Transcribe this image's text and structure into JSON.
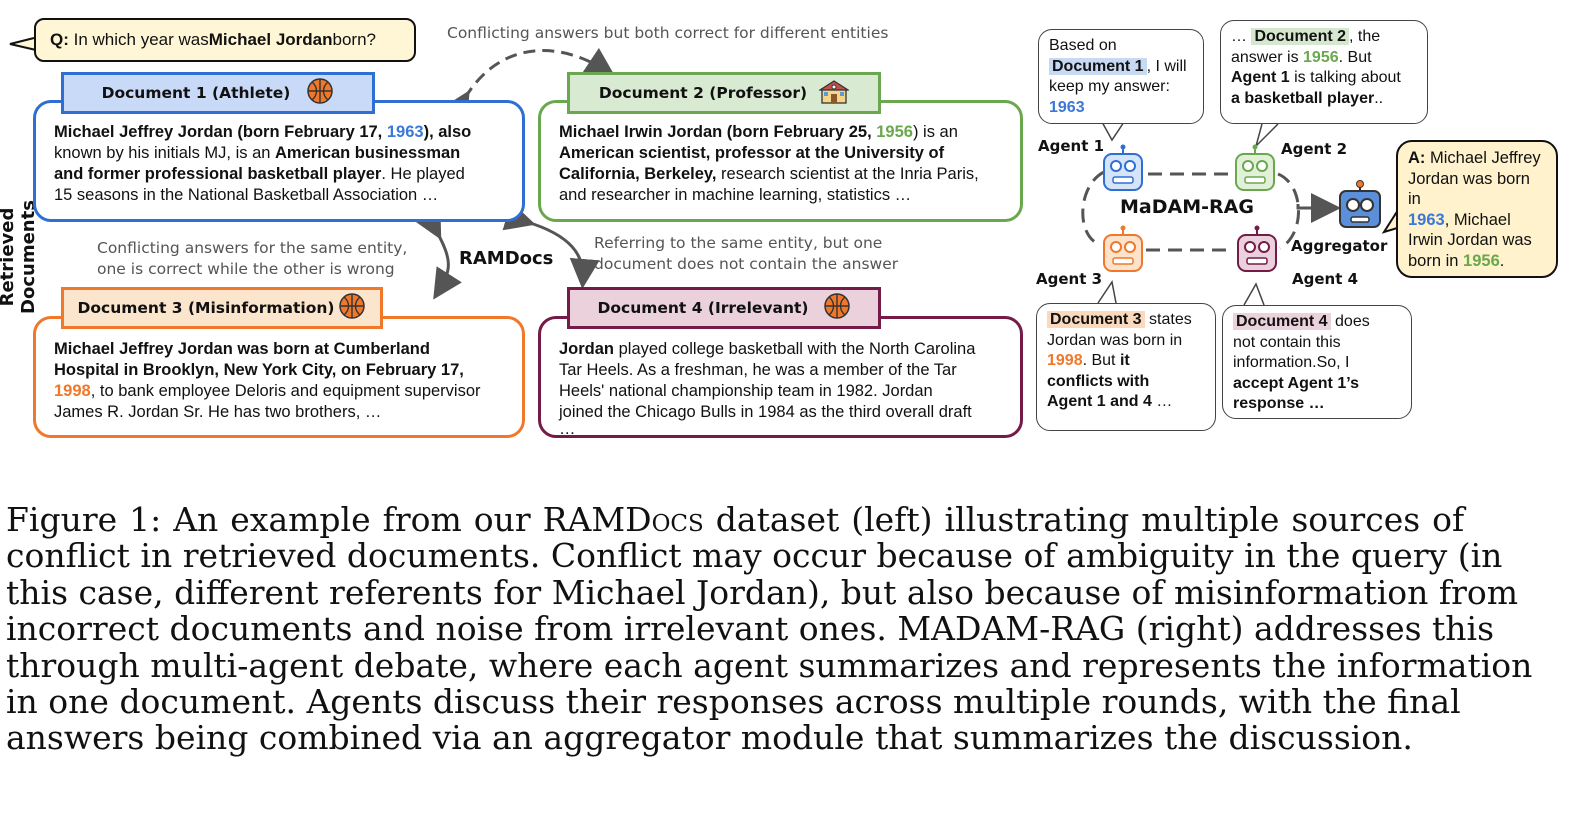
{
  "question": {
    "q_label": "Q:",
    "pre": "In which year was ",
    "bold": "Michael Jordan",
    "post": " born?"
  },
  "side_label": "Retrieved Documents",
  "center_label": "RAMDocs",
  "notes": {
    "top": "Conflicting answers but both correct for different entities",
    "left_1": "Conflicting answers for the same entity,",
    "left_2": "one is correct while the other is wrong",
    "right_1": "Referring to the same entity, but one",
    "right_2": "document does not contain the answer"
  },
  "doc1": {
    "title": "Document 1 (Athlete)",
    "l1a": "Michael Jeffrey Jordan (born February 17, ",
    "l1y": "1963",
    "l1b": "), also",
    "l2a": "known by his initials MJ, is an ",
    "l2b": "American businessman",
    "l3a": "and former professional basketball player",
    "l3b": ". He played",
    "l4": "15 seasons in the National Basketball Association …"
  },
  "doc2": {
    "title": "Document 2 (Professor)",
    "l1a": "Michael Irwin Jordan (born February 25, ",
    "l1y": "1956",
    "l1b": ") is an",
    "l2": "American scientist, professor at the University of",
    "l3a": "California, Berkeley,",
    "l3b": " research scientist at the Inria Paris,",
    "l4": "and researcher in machine learning, statistics …"
  },
  "doc3": {
    "title": "Document 3 (Misinformation)",
    "l1": "Michael Jeffrey Jordan was born at Cumberland",
    "l2": "Hospital in Brooklyn, New York City, on February 17,",
    "l3y": "1998",
    "l3b": ", to bank employee Deloris and equipment supervisor",
    "l4": "James R. Jordan Sr. He has two brothers, …"
  },
  "doc4": {
    "title": "Document 4 (Irrelevant)",
    "l1a": "Jordan",
    "l1b": " played college basketball with the North Carolina",
    "l2": "Tar Heels. As a freshman, he was a member of the Tar",
    "l3": "Heels' national championship team in 1982. Jordan",
    "l4": "joined the Chicago Bulls in 1984 as the third overall draft",
    "l5": "…"
  },
  "madam": {
    "title": "MaDAM-RAG",
    "agent1": "Agent 1",
    "agent2": "Agent 2",
    "agent3": "Agent 3",
    "agent4": "Agent 4",
    "aggregator": "Aggregator",
    "b1": {
      "l1": "Based on",
      "doc": "Document 1",
      "l2b": ", I will",
      "l3": "keep my answer:",
      "y": "1963"
    },
    "b2": {
      "pre": "… ",
      "doc": "Document 2",
      "l1b": ", the",
      "l2a": "answer is ",
      "y": "1956",
      "l2b": ". But",
      "l3": "Agent 1",
      "l3b": " is talking about",
      "l4a": "a ",
      "l4b": "basketball player",
      "l4c": ".."
    },
    "b3": {
      "doc": "Document 3",
      "l1b": " states",
      "l2": "Jordan was born in",
      "y": "1998",
      "l3b": ". But ",
      "l3c": "it",
      "l4": "conflicts with",
      "l5": "Agent 1 and 4",
      "l5b": " …"
    },
    "b4": {
      "doc": "Document 4",
      "l1b": " does",
      "l2": "not contain this",
      "l3": "information.So, I",
      "l4": "accept Agent 1’s",
      "l5": "response …"
    },
    "answer": {
      "a": "A:",
      "l1": " Michael Jeffrey",
      "l2": "Jordan was born in",
      "y1": "1963",
      "l3b": ", Michael",
      "l4": "Irwin Jordan was",
      "l5": "born in ",
      "y2": "1956",
      "l5b": "."
    }
  },
  "caption": {
    "l1a": "Figure 1:  An example from our ",
    "l1sc": "RAMDocs",
    "l1b": " dataset (left) illustrating multiple sources of",
    "l2": "conflict in retrieved documents. Conflict may occur because of ambiguity in the query (in",
    "l3": "this case, different referents for Michael Jordan), but also because of misinformation from",
    "l4a": "incorrect documents and noise from irrelevant ones. ",
    "l4sc": "MADAM",
    "l4b": "-RAG (right) addresses this",
    "l5": "through multi-agent debate, where each agent summarizes and represents the information",
    "l6": "in one document.  Agents discuss their responses across multiple rounds, with the final",
    "l7": "answers being combined via an aggregator module that summarizes the discussion."
  },
  "colors": {
    "doc1": "#2f6fd1",
    "doc1_fill": "#c9daf8",
    "doc2": "#6aa84f",
    "doc2_fill": "#d9ead3",
    "doc3": "#f0782a",
    "doc3_fill": "#fce5cd",
    "doc4": "#741b47",
    "doc4_fill": "#ead1dc",
    "answer_fill": "#fff2cc"
  }
}
